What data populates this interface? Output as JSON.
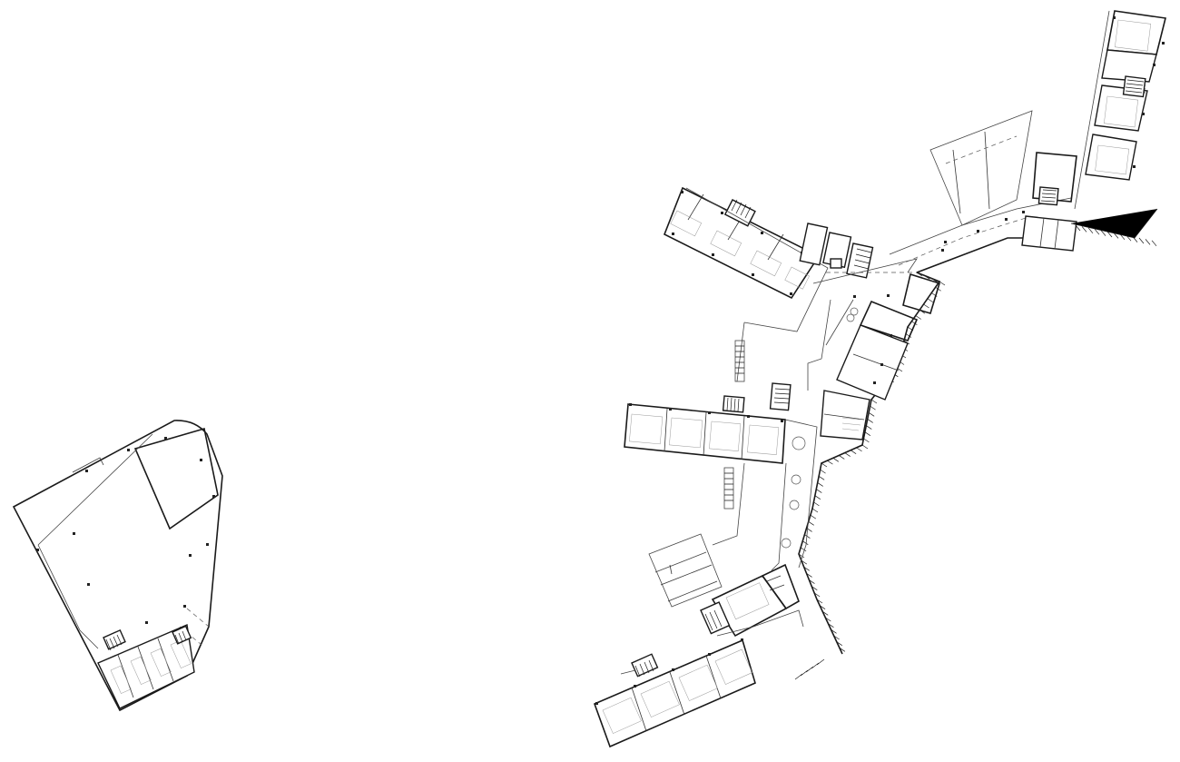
{
  "drawing": {
    "kind": "architectural floor plan",
    "line_color": "#1a1a1a",
    "background": "#ffffff"
  },
  "buildings": [
    {
      "id": "west-block",
      "classrooms": 4
    },
    {
      "id": "upper-wing",
      "classrooms": 4
    },
    {
      "id": "middle-wing",
      "classrooms": 4
    },
    {
      "id": "lower-wing",
      "classrooms": 4
    },
    {
      "id": "south-cluster",
      "classrooms": 1
    },
    {
      "id": "east-tower",
      "classrooms": 5
    }
  ]
}
